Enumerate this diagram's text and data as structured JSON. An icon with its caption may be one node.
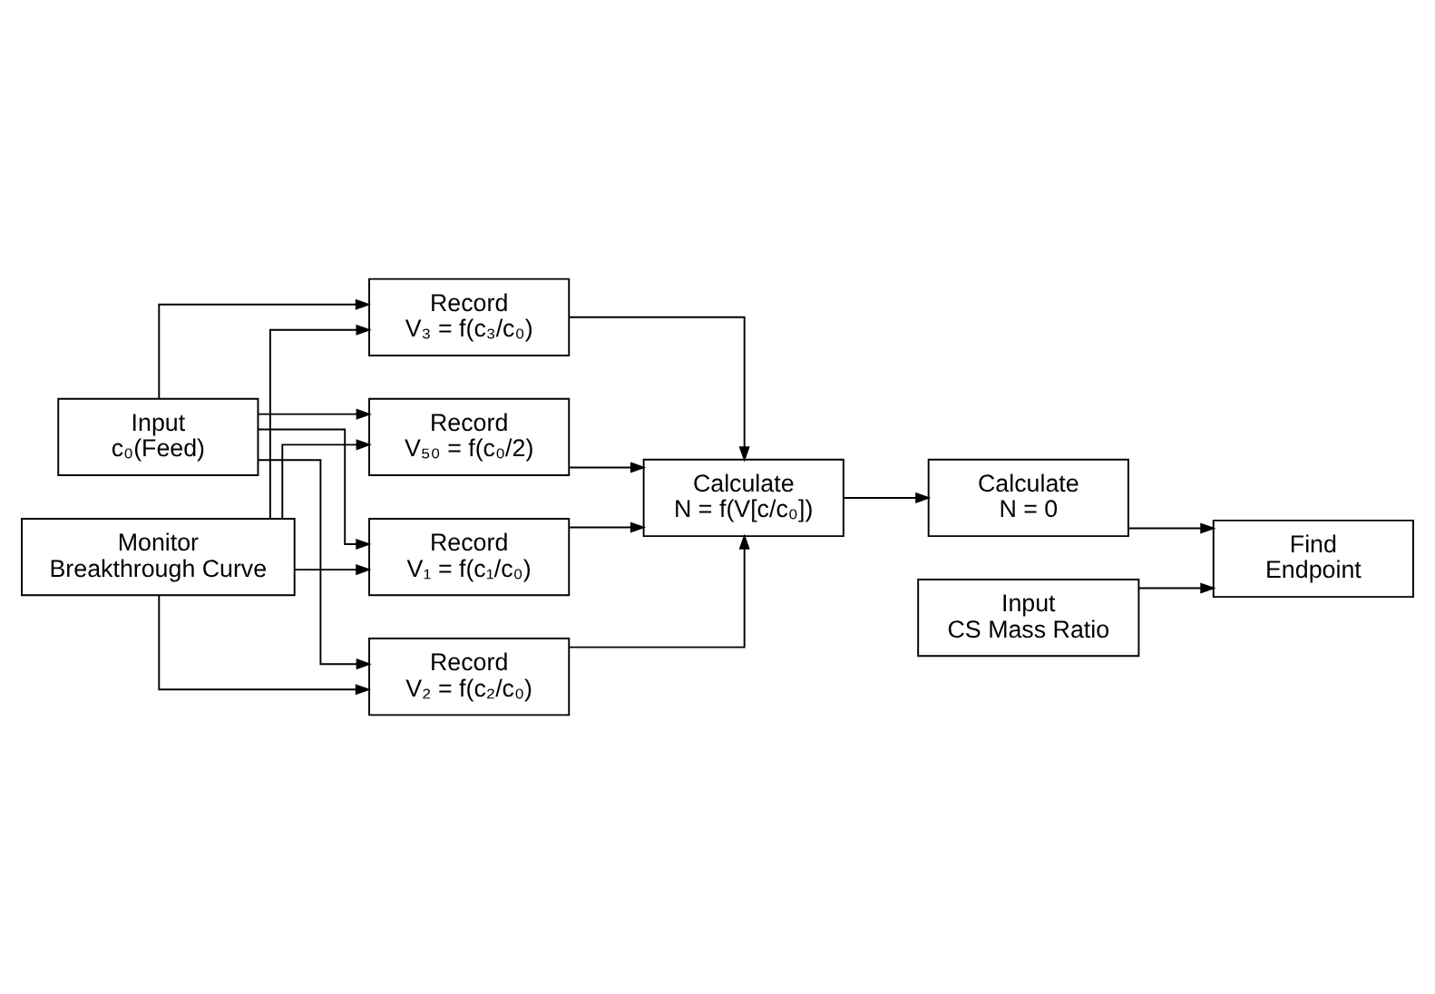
{
  "diagram": {
    "nodes": [
      {
        "text": [
          "Input",
          "c₀(Feed)"
        ]
      },
      {
        "text": [
          "Monitor",
          "Breakthrough Curve"
        ]
      },
      {
        "text": [
          "Record",
          "V₁ = f(c₁/c₀)"
        ]
      },
      {
        "text": [
          "Record",
          "V₂ = f(c₂/c₀)"
        ]
      },
      {
        "text": [
          "Record",
          "V₃ = f(c₃/c₀)"
        ]
      },
      {
        "text": [
          "Record",
          "V₅₀ = f(c₀/2)"
        ]
      },
      {
        "text": [
          "Calculate",
          "N = f(V[c/c₀])"
        ]
      },
      {
        "text": [
          "Calculate",
          "N = 0"
        ]
      },
      {
        "text": [
          "Find",
          "Endpoint"
        ]
      },
      {
        "text": [
          "Input",
          "CS Mass Ratio"
        ]
      }
    ],
    "edges": [
      {
        "from": 0,
        "to": 2,
        "arrow": "to"
      },
      {
        "from": 0,
        "to": 3,
        "arrow": "to"
      },
      {
        "from": 0,
        "to": 4,
        "arrow": "to"
      },
      {
        "from": 0,
        "to": 5,
        "arrow": "to"
      },
      {
        "from": 1,
        "to": 2,
        "arrow": "to"
      },
      {
        "from": 1,
        "to": 3,
        "arrow": "to"
      },
      {
        "from": 1,
        "to": 4,
        "arrow": "to"
      },
      {
        "from": 1,
        "to": 5,
        "arrow": "to"
      },
      {
        "from": 2,
        "to": 6,
        "arrow": "to"
      },
      {
        "from": 3,
        "to": 6,
        "arrow": "to"
      },
      {
        "from": 4,
        "to": 6,
        "arrow": "to"
      },
      {
        "from": 5,
        "to": 6,
        "arrow": "to"
      },
      {
        "from": 6,
        "to": 7,
        "arrow": "to"
      },
      {
        "from": 7,
        "to": 8,
        "arrow": "to"
      },
      {
        "from": 9,
        "to": 8,
        "arrow": "to"
      }
    ]
  }
}
